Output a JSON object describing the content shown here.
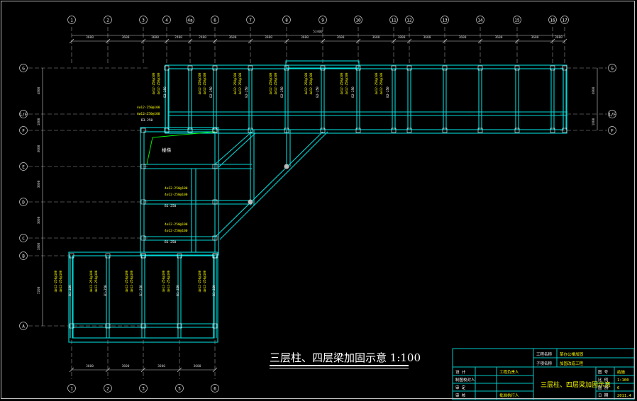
{
  "colors": {
    "background": "#000000",
    "beam": "#00d8d8",
    "gridline": "#9a9a9a",
    "annotation": "#ffff00",
    "dimension": "#cccccc",
    "stair_line": "#00ff00",
    "title_block": "#00c8c8",
    "text": "#ffffff"
  },
  "axes_top": [
    "1",
    "2",
    "3",
    "4",
    "4a",
    "6",
    "7",
    "8",
    "9",
    "10",
    "11",
    "12",
    "13",
    "14",
    "15",
    "16",
    "17"
  ],
  "axes_bottom": [
    "1",
    "2",
    "3",
    "5",
    "6"
  ],
  "axes_left": [
    "G",
    "1/F",
    "F",
    "E",
    "D",
    "C",
    "B",
    "A"
  ],
  "axes_right": [
    "G",
    "1/F",
    "F"
  ],
  "dims_top": [
    "3600",
    "3600",
    "3600",
    "2400",
    "2400",
    "3600",
    "3600",
    "3600",
    "3600",
    "3600",
    "1800",
    "3600",
    "3600",
    "3600",
    "3600",
    "3600",
    "1800"
  ],
  "dim_top_total": "53400",
  "dims_bottom": [
    "3600",
    "3600",
    "3600",
    "3600"
  ],
  "dims_left": [
    "4800",
    "1800",
    "3000",
    "3000",
    "3000",
    "1800",
    "7200"
  ],
  "dims_right": [
    "4800",
    "1800"
  ],
  "labels": {
    "stair": "楼梯",
    "beam_b1_250": "B1-250",
    "beam_b2_250": "B2-250",
    "beam_b3_250": "B3-250",
    "rebar_a": "4⌀12-250@100",
    "rebar_b": "4⌀12-250@100"
  },
  "title": "三层柱、四层梁加固示意 1:100",
  "title_block": {
    "project_name_label": "工程名称",
    "project_name_value": "某办公楼加固",
    "sub_project_label": "子项名称",
    "sub_project_value": "加固改造工程",
    "drawing_name": "三层柱、四层梁加固示意",
    "rows_left": [
      "设  计",
      "制图校对人",
      "审  定",
      "审  核"
    ],
    "rows_left_values": [
      "工程负责人",
      "",
      "",
      "批准执行人"
    ],
    "right_labels": [
      "图  号",
      "比  例",
      "图  别",
      "日  期"
    ],
    "right_values": [
      "结施",
      "1:100",
      "6",
      "2011.4"
    ]
  }
}
